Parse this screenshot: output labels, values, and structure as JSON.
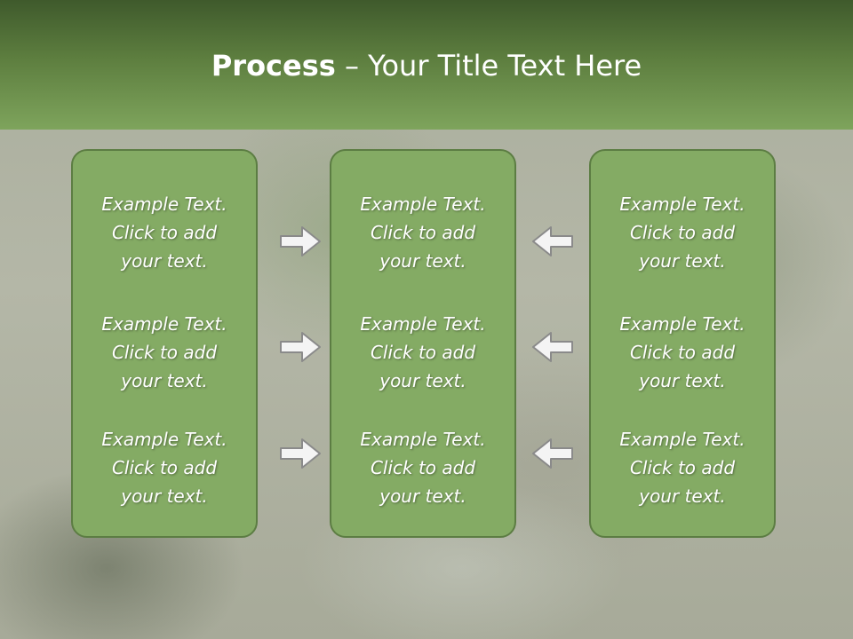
{
  "title": {
    "bold": "Process",
    "rest": " – Your Title Text Here"
  },
  "columns": [
    {
      "blocks": [
        {
          "line1": "Example Text.",
          "line2": "Click  to add",
          "line3": "your text."
        },
        {
          "line1": "Example Text.",
          "line2": "Click  to add",
          "line3": "your text."
        },
        {
          "line1": "Example Text.",
          "line2": "Click  to add",
          "line3": "your text."
        }
      ]
    },
    {
      "blocks": [
        {
          "line1": "Example Text.",
          "line2": "Click  to add",
          "line3": "your text."
        },
        {
          "line1": "Example Text.",
          "line2": "Click  to add",
          "line3": "your text."
        },
        {
          "line1": "Example Text.",
          "line2": "Click  to add",
          "line3": "your text."
        }
      ]
    },
    {
      "blocks": [
        {
          "line1": "Example Text.",
          "line2": "Click  to add",
          "line3": "your text."
        },
        {
          "line1": "Example Text.",
          "line2": "Click  to add",
          "line3": "your text."
        },
        {
          "line1": "Example Text.",
          "line2": "Click  to add",
          "line3": "your text."
        }
      ]
    }
  ],
  "colors": {
    "header": "#5d7e3f",
    "panel": "#84ab64",
    "panel_border": "#5c7d43",
    "arrow_fill": "#f4f4f4",
    "arrow_stroke": "#8a8a8a"
  },
  "icons": {
    "left_arrows": "arrow-right-icon",
    "right_arrows": "arrow-left-icon"
  }
}
